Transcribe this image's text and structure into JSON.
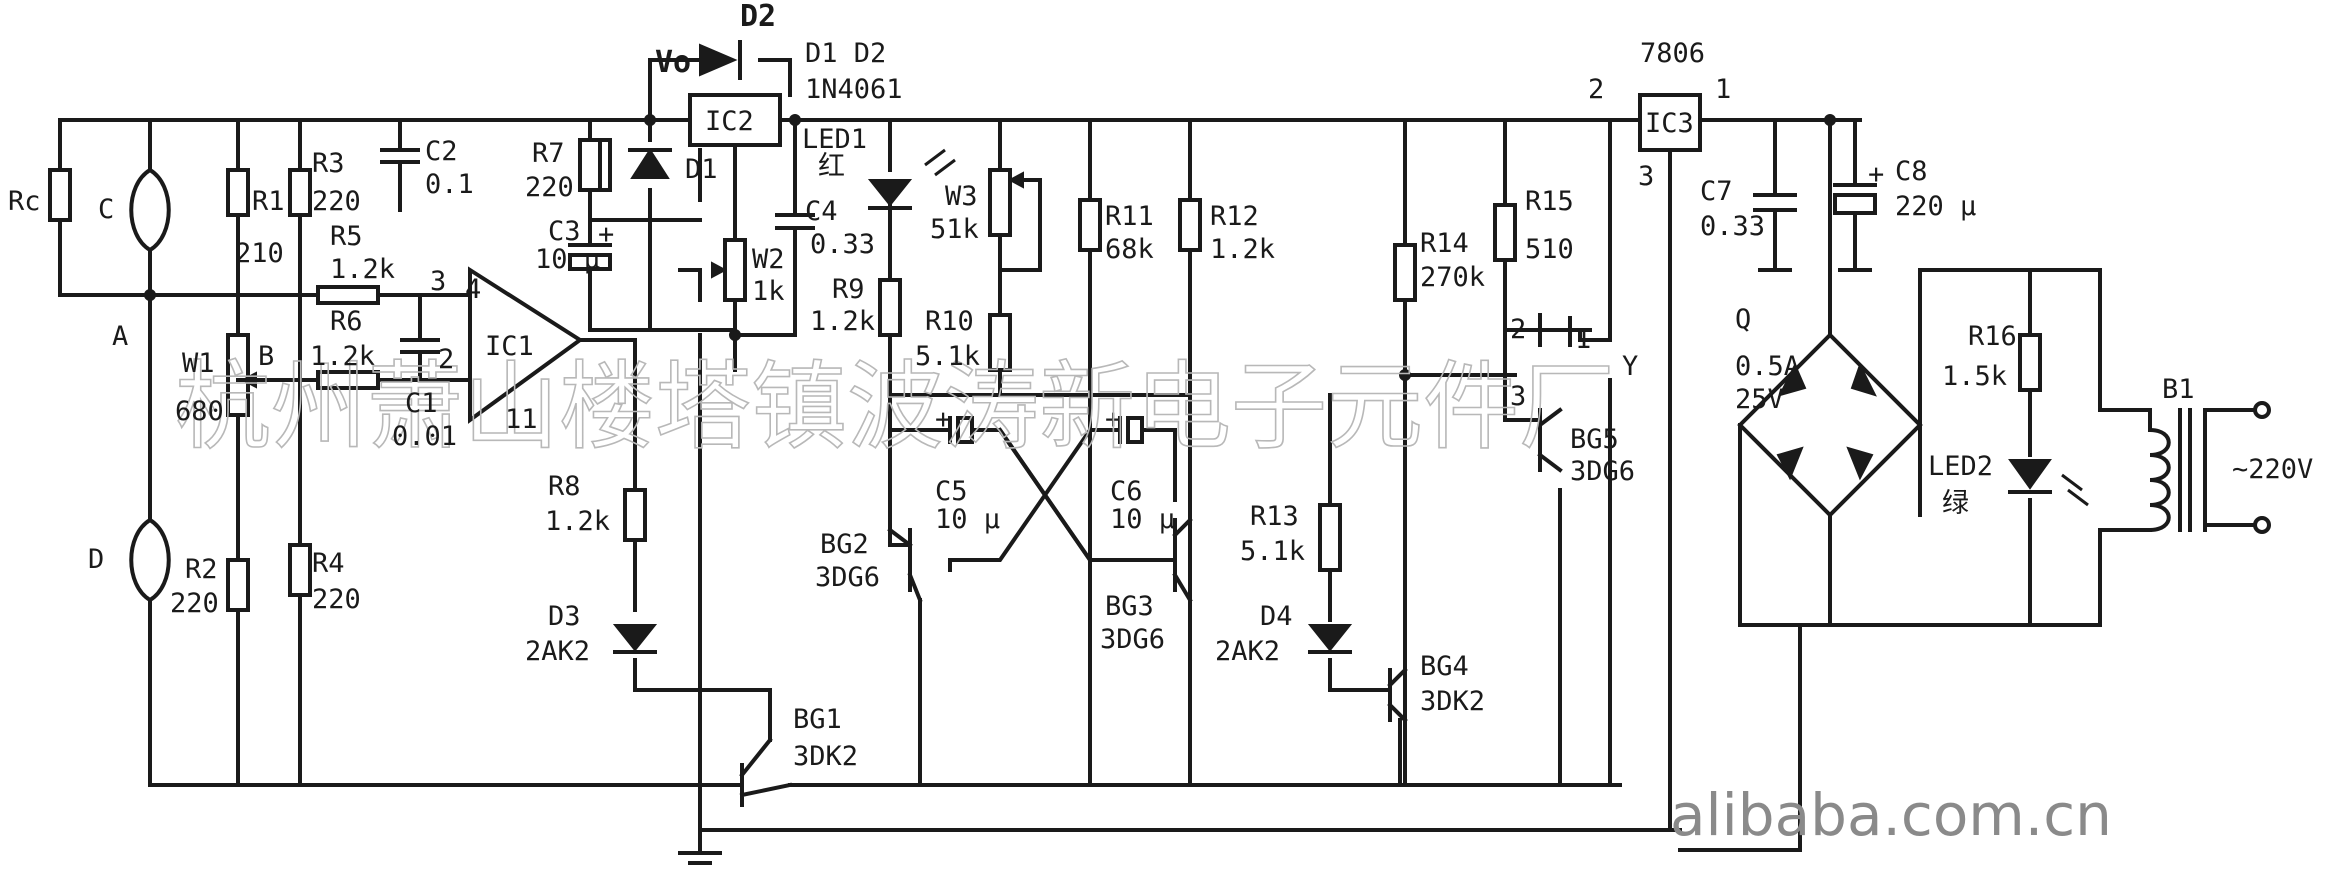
{
  "diagram": {
    "watermark": "杭州萧山楼塔镇波涛新电子元件厂",
    "site_mark": "alibaba.com.cn",
    "nodes": {
      "a": "A",
      "b": "B",
      "c": "C",
      "d": "D",
      "vo": "Vo"
    },
    "pins": {
      "p2": "2",
      "p3": "3",
      "p4": "4",
      "p11": "11",
      "ic3_1": "1",
      "ic3_2": "2",
      "ic3_3": "3",
      "y1": "1",
      "y2": "2",
      "y3": "3",
      "y": "Y"
    },
    "components": {
      "rc": "Rc",
      "r1": {
        "name": "R1",
        "value": "210"
      },
      "r2": {
        "name": "R2",
        "value": "220"
      },
      "r3": {
        "name": "R3",
        "value": "220"
      },
      "r4": {
        "name": "R4",
        "value": "220"
      },
      "r5": {
        "name": "R5",
        "value": "1.2k"
      },
      "r6": {
        "name": "R6",
        "value": "1.2k"
      },
      "r7": {
        "name": "R7",
        "value": "220"
      },
      "r8": {
        "name": "R8",
        "value": "1.2k"
      },
      "r9": {
        "name": "R9",
        "value": "1.2k"
      },
      "r10": {
        "name": "R10",
        "value": "5.1k"
      },
      "r11": {
        "name": "R11",
        "value": "68k"
      },
      "r12": {
        "name": "R12",
        "value": "1.2k"
      },
      "r13": {
        "name": "R13",
        "value": "5.1k"
      },
      "r14": {
        "name": "R14",
        "value": "270k"
      },
      "r15": {
        "name": "R15",
        "value": "510"
      },
      "r16": {
        "name": "R16",
        "value": "1.5k"
      },
      "w1": {
        "name": "W1",
        "value": "680"
      },
      "w2": {
        "name": "W2",
        "value": "1k"
      },
      "w3": {
        "name": "W3",
        "value": "51k"
      },
      "c1": {
        "name": "C1",
        "value": "0.01"
      },
      "c2": {
        "name": "C2",
        "value": "0.1"
      },
      "c3": {
        "name": "C3",
        "value": "10 μ"
      },
      "c4": {
        "name": "C4",
        "value": "0.33"
      },
      "c5": {
        "name": "C5",
        "value": "10 μ"
      },
      "c6": {
        "name": "C6",
        "value": "10 μ"
      },
      "c7": {
        "name": "C7",
        "value": "0.33"
      },
      "c8": {
        "name": "C8",
        "value": "220 μ"
      },
      "d1": "D1",
      "d2": "D2",
      "d12_note": "D1 D2",
      "d12_part": "1N4061",
      "d3": {
        "name": "D3",
        "value": "2AK2"
      },
      "d4": {
        "name": "D4",
        "value": "2AK2"
      },
      "led1": {
        "name": "LED1",
        "color": "红"
      },
      "led2": {
        "name": "LED2",
        "color": "绿"
      },
      "ic1": "IC1",
      "ic2": "IC2",
      "ic3": {
        "name": "IC3",
        "part": "7806"
      },
      "bg1": {
        "name": "BG1",
        "part": "3DK2"
      },
      "bg2": {
        "name": "BG2",
        "part": "3DG6"
      },
      "bg3": {
        "name": "BG3",
        "part": "3DG6"
      },
      "bg4": {
        "name": "BG4",
        "part": "3DK2"
      },
      "bg5": {
        "name": "BG5",
        "part": "3DG6"
      },
      "q": {
        "name": "Q",
        "current": "0.5A",
        "voltage": "25V"
      },
      "b1": "B1",
      "mains": "~220V"
    }
  }
}
